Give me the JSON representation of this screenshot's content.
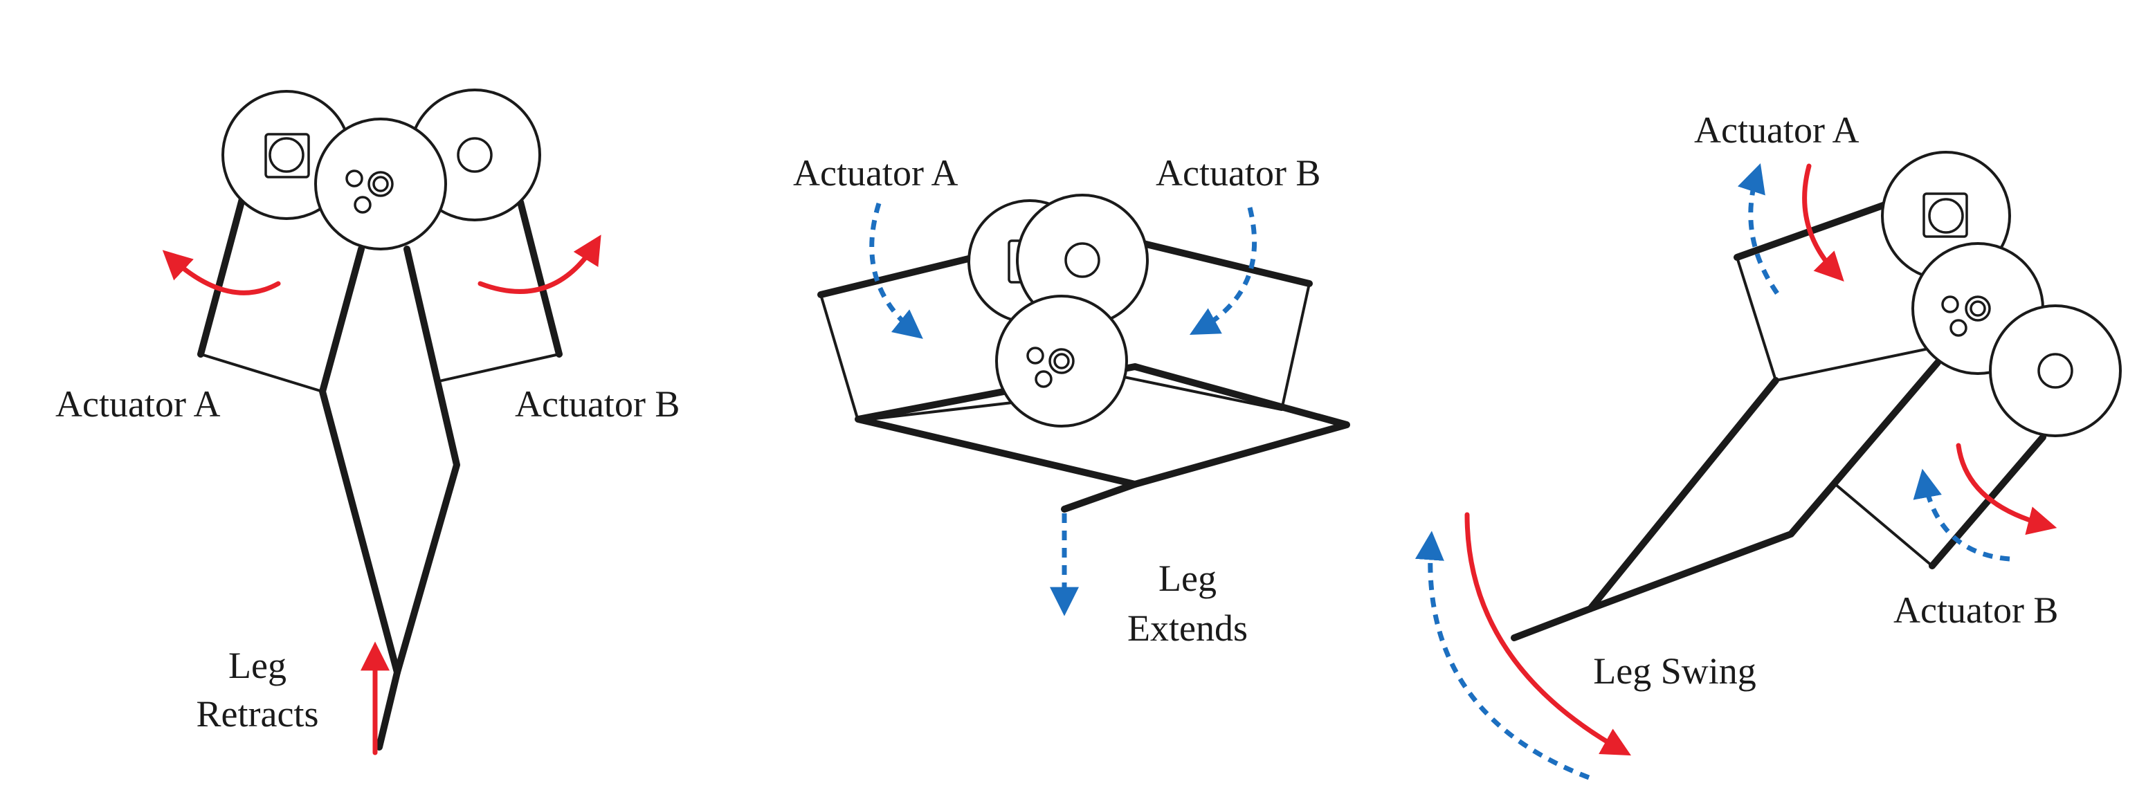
{
  "colors": {
    "ink": "#1a1a1a",
    "retract_arrow": "#e8202a",
    "extend_arrow": "#1c6fc0"
  },
  "panels": [
    {
      "actuator_a_label": "Actuator A",
      "actuator_b_label": "Actuator B",
      "leg_label_line1": "Leg",
      "leg_label_line2": "Retracts"
    },
    {
      "actuator_a_label": "Actuator A",
      "actuator_b_label": "Actuator B",
      "leg_label_line1": "Leg",
      "leg_label_line2": "Extends"
    },
    {
      "actuator_a_label": "Actuator A",
      "actuator_b_label": "Actuator B",
      "leg_label_line1": "Leg Swing"
    }
  ]
}
